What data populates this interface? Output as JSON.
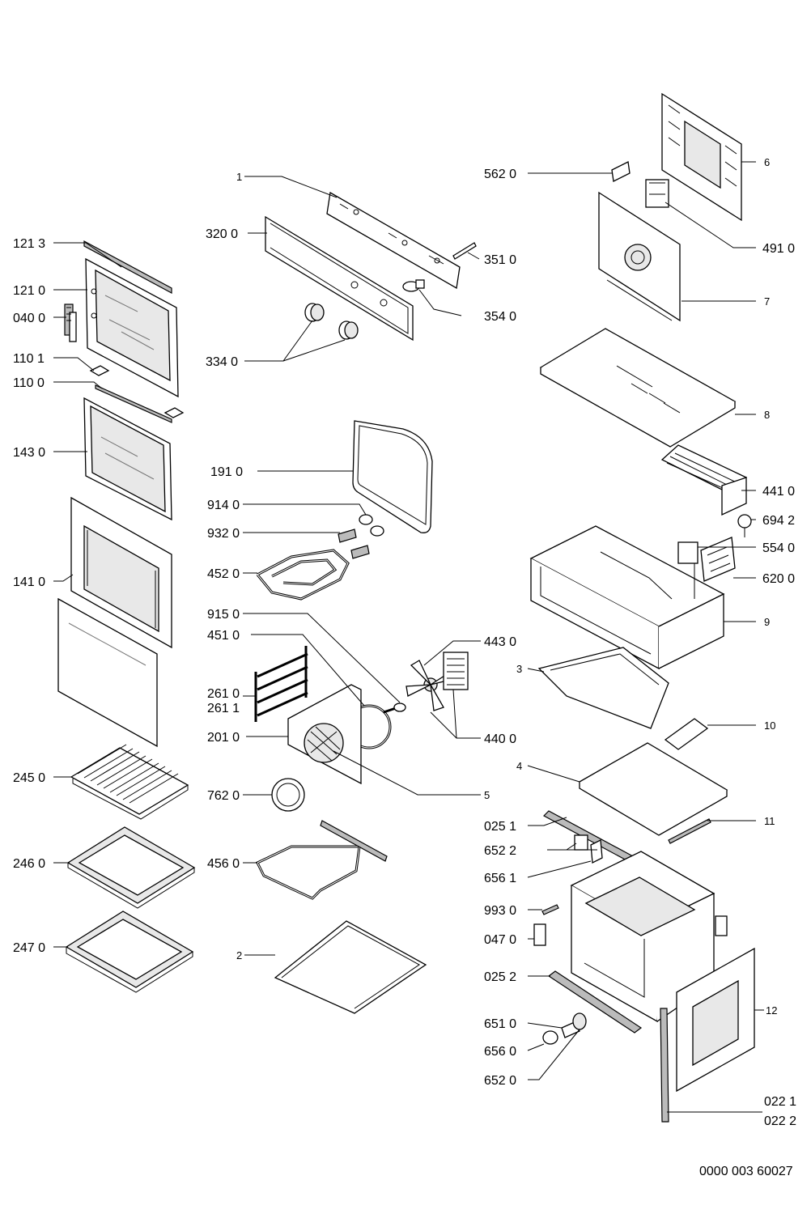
{
  "document_id": "0000 003 60027",
  "labels": [
    {
      "id": "l6",
      "text": "6"
    },
    {
      "id": "l5620",
      "text": "562 0"
    },
    {
      "id": "l1",
      "text": "1"
    },
    {
      "id": "l4910",
      "text": "491 0"
    },
    {
      "id": "l1213",
      "text": "121 3"
    },
    {
      "id": "l3200",
      "text": "320 0"
    },
    {
      "id": "l3510",
      "text": "351 0"
    },
    {
      "id": "l1210",
      "text": "121 0"
    },
    {
      "id": "l7",
      "text": "7"
    },
    {
      "id": "l0400",
      "text": "040 0"
    },
    {
      "id": "l3540",
      "text": "354 0"
    },
    {
      "id": "l1101",
      "text": "110 1"
    },
    {
      "id": "l3340",
      "text": "334 0"
    },
    {
      "id": "l1100",
      "text": "110 0"
    },
    {
      "id": "l8",
      "text": "8"
    },
    {
      "id": "l1430",
      "text": "143 0"
    },
    {
      "id": "l1910",
      "text": "191 0"
    },
    {
      "id": "l4410",
      "text": "441 0"
    },
    {
      "id": "l9140",
      "text": "914 0"
    },
    {
      "id": "l6942",
      "text": "694 2"
    },
    {
      "id": "l9320",
      "text": "932 0"
    },
    {
      "id": "l5540",
      "text": "554 0"
    },
    {
      "id": "l4520",
      "text": "452 0"
    },
    {
      "id": "l6200",
      "text": "620 0"
    },
    {
      "id": "l1410",
      "text": "141 0"
    },
    {
      "id": "l9150",
      "text": "915 0"
    },
    {
      "id": "l9",
      "text": "9"
    },
    {
      "id": "l4510",
      "text": "451 0"
    },
    {
      "id": "l4430",
      "text": "443 0"
    },
    {
      "id": "l3",
      "text": "3"
    },
    {
      "id": "l2610",
      "text": "261 0"
    },
    {
      "id": "l2611",
      "text": "261 1"
    },
    {
      "id": "l2010",
      "text": "201 0"
    },
    {
      "id": "l4400",
      "text": "440 0"
    },
    {
      "id": "l10",
      "text": "10"
    },
    {
      "id": "l2450",
      "text": "245 0"
    },
    {
      "id": "l4",
      "text": "4"
    },
    {
      "id": "l7620",
      "text": "762 0"
    },
    {
      "id": "l5",
      "text": "5"
    },
    {
      "id": "l0251",
      "text": "025 1"
    },
    {
      "id": "l11",
      "text": "11"
    },
    {
      "id": "l6522",
      "text": "652 2"
    },
    {
      "id": "l2460",
      "text": "246 0"
    },
    {
      "id": "l4560",
      "text": "456 0"
    },
    {
      "id": "l6561",
      "text": "656 1"
    },
    {
      "id": "l9930",
      "text": "993 0"
    },
    {
      "id": "l2470",
      "text": "247 0"
    },
    {
      "id": "l0470",
      "text": "047 0"
    },
    {
      "id": "l2",
      "text": "2"
    },
    {
      "id": "l0252",
      "text": "025 2"
    },
    {
      "id": "l12",
      "text": "12"
    },
    {
      "id": "l6510",
      "text": "651 0"
    },
    {
      "id": "l6560",
      "text": "656 0"
    },
    {
      "id": "l6520",
      "text": "652 0"
    },
    {
      "id": "l0221",
      "text": "022 1"
    },
    {
      "id": "l0222",
      "text": "022 2"
    }
  ]
}
